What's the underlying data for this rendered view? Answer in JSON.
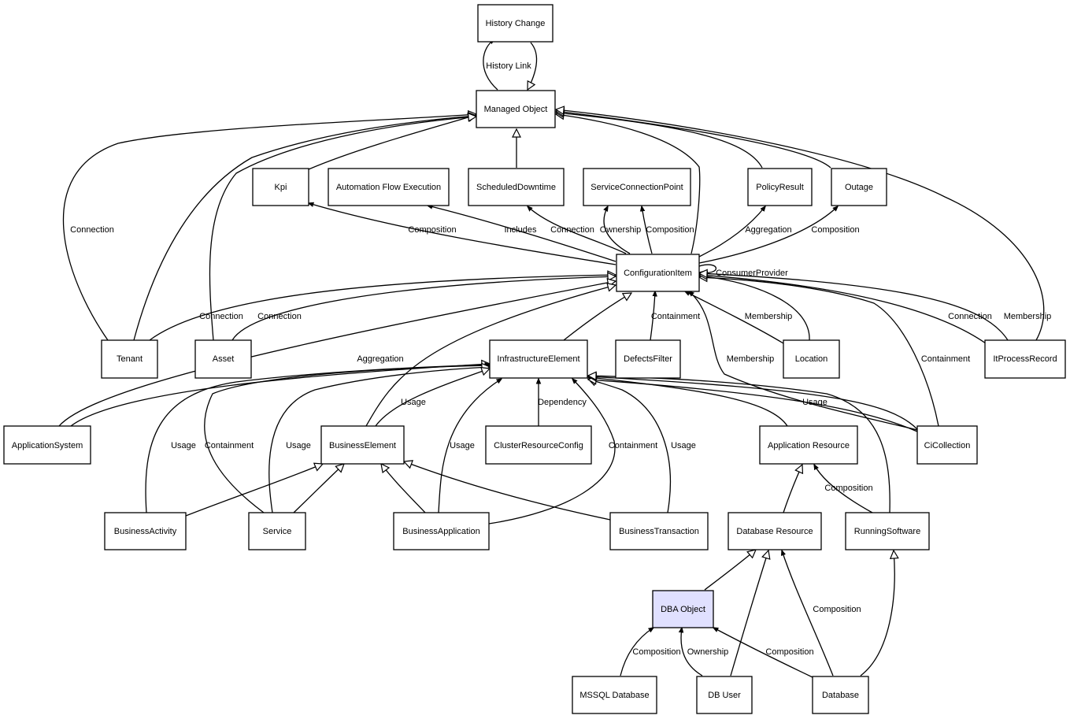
{
  "diagram": {
    "highlight_color": "#e0e0ff",
    "nodes": {
      "history_change": "History Change",
      "managed_object": "Managed Object",
      "kpi": "Kpi",
      "automation_flow_execution": "Automation Flow Execution",
      "scheduled_downtime": "ScheduledDowntime",
      "service_connection_point": "ServiceConnectionPoint",
      "policy_result": "PolicyResult",
      "outage": "Outage",
      "configuration_item": "ConfigurationItem",
      "tenant": "Tenant",
      "asset": "Asset",
      "infrastructure_element": "InfrastructureElement",
      "defects_filter": "DefectsFilter",
      "location": "Location",
      "it_process_record": "ItProcessRecord",
      "application_system": "ApplicationSystem",
      "business_element": "BusinessElement",
      "cluster_resource_config": "ClusterResourceConfig",
      "application_resource": "Application Resource",
      "ci_collection": "CiCollection",
      "business_activity": "BusinessActivity",
      "service": "Service",
      "business_application": "BusinessApplication",
      "business_transaction": "BusinessTransaction",
      "database_resource": "Database Resource",
      "running_software": "RunningSoftware",
      "dba_object": "DBA Object",
      "mssql_database": "MSSQL Database",
      "db_user": "DB User",
      "database": "Database"
    },
    "labels": {
      "history_link": "History Link",
      "connection_tenant_mo": "Connection",
      "composition_ci_kpi": "Composition",
      "includes": "Includes",
      "connection_ci_sd": "Connection",
      "ownership_ci_scp": "Ownership",
      "composition_ci_scp": "Composition",
      "aggregation_ci_pr": "Aggregation",
      "composition_ci_outage": "Composition",
      "consumer_provider": "ConsumerProvider",
      "connection_tenant_ci": "Connection",
      "connection_asset_ci": "Connection",
      "containment_df_ci": "Containment",
      "membership_location_ci": "Membership",
      "connection_ipr_ci": "Connection",
      "membership_ipr": "Membership",
      "aggregation_as_ci": "Aggregation",
      "membership_cic_ci": "Membership",
      "containment_cic_ci": "Containment",
      "usage_be_ie": "Usage",
      "dependency": "Dependency",
      "usage_cic_ie": "Usage",
      "usage_ba_ie": "Usage",
      "containment_service_ie": "Containment",
      "usage_service_ie": "Usage",
      "usage_bapp_ie": "Usage",
      "containment_bapp_ie": "Containment",
      "usage_bt_ie": "Usage",
      "composition_rs_ar": "Composition",
      "composition_db_dr": "Composition",
      "composition_mssql_dba": "Composition",
      "ownership_dbuser_dba": "Ownership",
      "composition_db_dba": "Composition"
    }
  }
}
